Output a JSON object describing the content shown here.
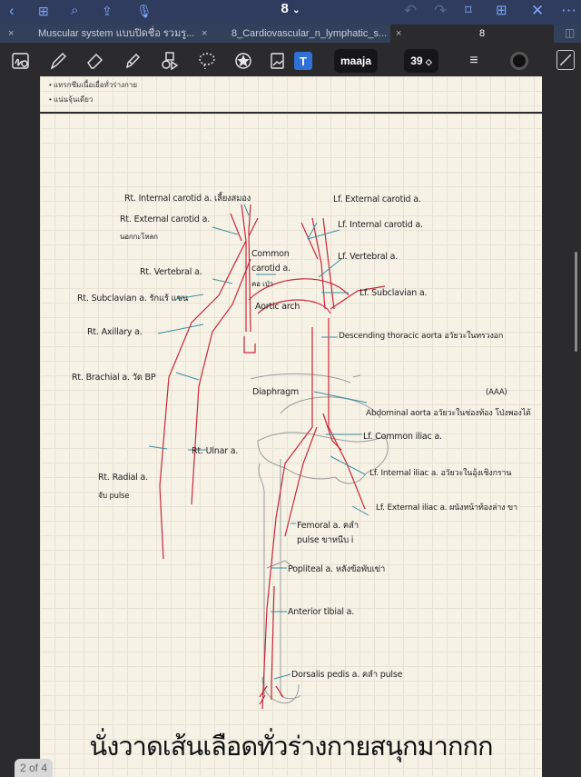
{
  "nav": {
    "title": "8",
    "title_chevron": "⌄"
  },
  "tabs": [
    {
      "label": "Muscular system แบบปิดชื่อ รวมรู..."
    },
    {
      "label": "8_Cardiovascular_n_lymphatic_s..."
    },
    {
      "label": "8"
    }
  ],
  "toolbar": {
    "font_name": "maaja",
    "font_size": "39",
    "color": "#111111"
  },
  "page1": {
    "bullets": [
      "แทรกซึมเนื้อเยื่อทั่วร่างกาย",
      "แน่นจุ้นเดียว"
    ]
  },
  "labels": {
    "rt_internal_carotid": "Rt. Internal carotid a. เลี้ยงสมอง",
    "rt_external_carotid": "Rt. External carotid a.",
    "rt_external_carotid_note": "นอกกะโหลก",
    "common_carotid_1": "Common",
    "common_carotid_2": "carotid a.",
    "common_carotid_3": "คอ เป่า",
    "rt_vertebral": "Rt. Vertebral a.",
    "rt_subclavian": "Rt. Subclavian a. รักแร้ แขน",
    "aortic_arch": "Aortic arch",
    "rt_axillary": "Rt. Axillary a.",
    "rt_brachial": "Rt. Brachial a. วัด BP",
    "rt_ulnar": "Rt. Ulnar a.",
    "rt_radial": "Rt. Radial a.",
    "rt_radial_note": "จับ pulse",
    "lf_external_carotid": "Lf. External carotid a.",
    "lf_internal_carotid": "Lf. Internal carotid a.",
    "lf_vertebral": "Lf. Vertebral a.",
    "lf_subclavian": "Lf. Subclavian a.",
    "descending_thoracic": "Descending thoracic aorta อวัยวะในทรวงอก",
    "diaphragm": "Diaphragm",
    "aaa": "(AAA)",
    "abdominal_aorta": "Abdominal aorta อวัยวะในช่องท้อง โป่งพองได้",
    "lf_common_iliac": "Lf. Common iliac a.",
    "lf_internal_iliac": "Lf. Internal iliac a. อวัยวะในอุ้งเชิงกราน",
    "lf_external_iliac": "Lf. External iliac a. ผนังหน้าท้องล่าง ขา",
    "femoral_1": "Femoral a. คลำ",
    "femoral_2": "pulse ขาหนีบ i",
    "popliteal": "Popliteal a. หลังข้อพับเข่า",
    "anterior_tibial": "Anterior tibial a.",
    "dorsalis_pedis": "Dorsalis pedis a. คลำ pulse"
  },
  "caption": "นั่งวาดเส้นเลือดทั่วร่างกายสนุกมากกก",
  "page_counter": "2 of 4",
  "colors": {
    "artery": "#c8283a",
    "leader": "#3a8fa0",
    "bone": "#9a9a9a",
    "accent": "#2f6fd6"
  }
}
